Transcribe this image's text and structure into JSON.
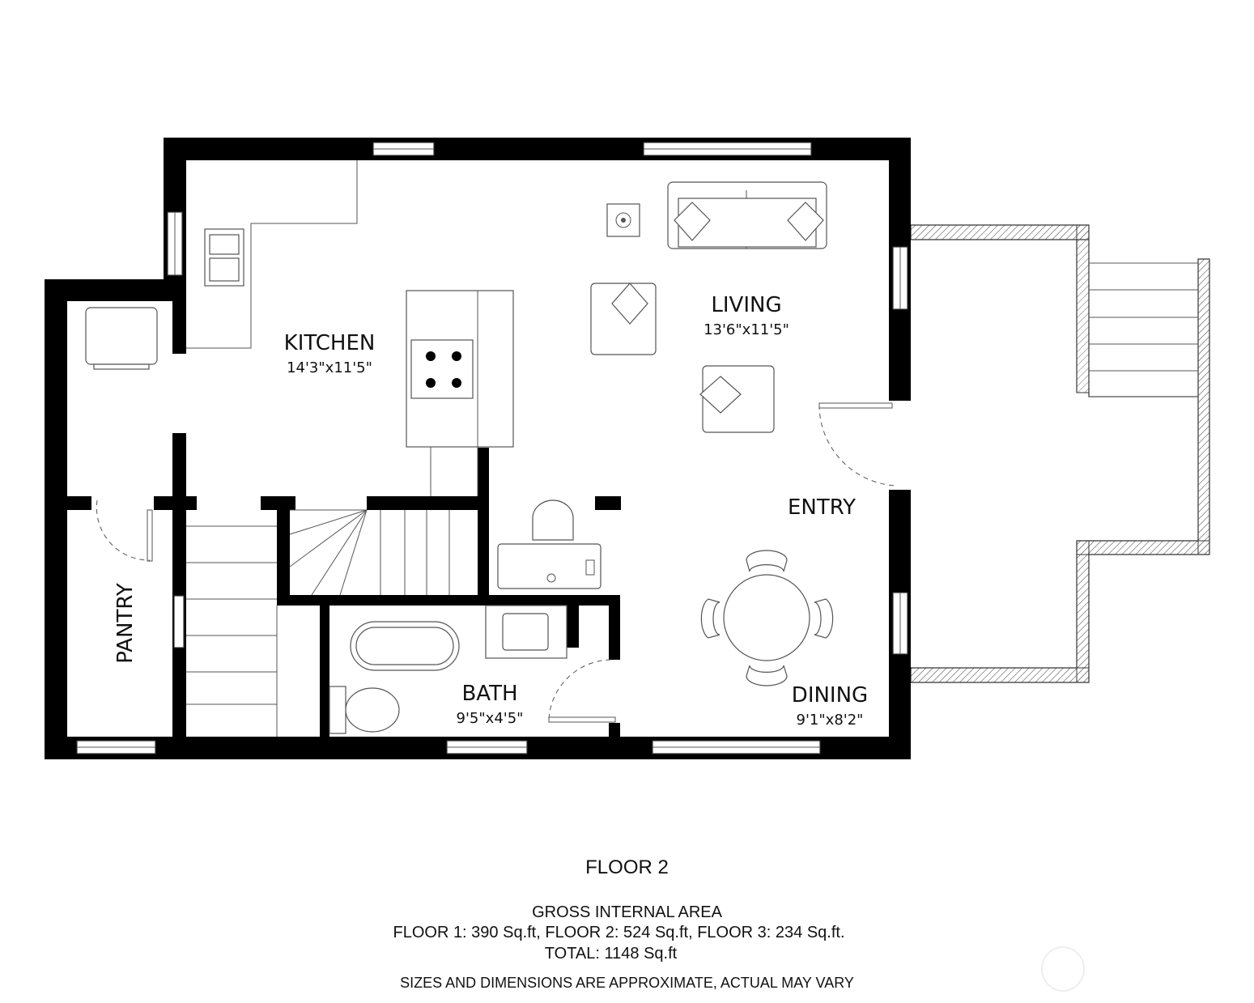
{
  "rooms": {
    "kitchen": {
      "name": "KITCHEN",
      "size": "14'3\"x11'5\""
    },
    "living": {
      "name": "LIVING",
      "size": "13'6\"x11'5\""
    },
    "entry": {
      "name": "ENTRY"
    },
    "dining": {
      "name": "DINING",
      "size": "9'1\"x8'2\""
    },
    "bath": {
      "name": "BATH",
      "size": "9'5\"x4'5\""
    },
    "pantry": {
      "name": "PANTRY"
    }
  },
  "footer": {
    "floor_title": "FLOOR 2",
    "area_heading": "GROSS INTERNAL AREA",
    "area_breakdown": "FLOOR 1: 390 Sq.ft, FLOOR 2: 524 Sq.ft,  FLOOR 3: 234 Sq.ft.",
    "total": "TOTAL: 1148  Sq.ft",
    "disclaimer": "SIZES AND DIMENSIONS ARE APPROXIMATE, ACTUAL MAY VARY"
  },
  "colors": {
    "wall": "#000000",
    "line": "#555555",
    "background": "#ffffff"
  }
}
